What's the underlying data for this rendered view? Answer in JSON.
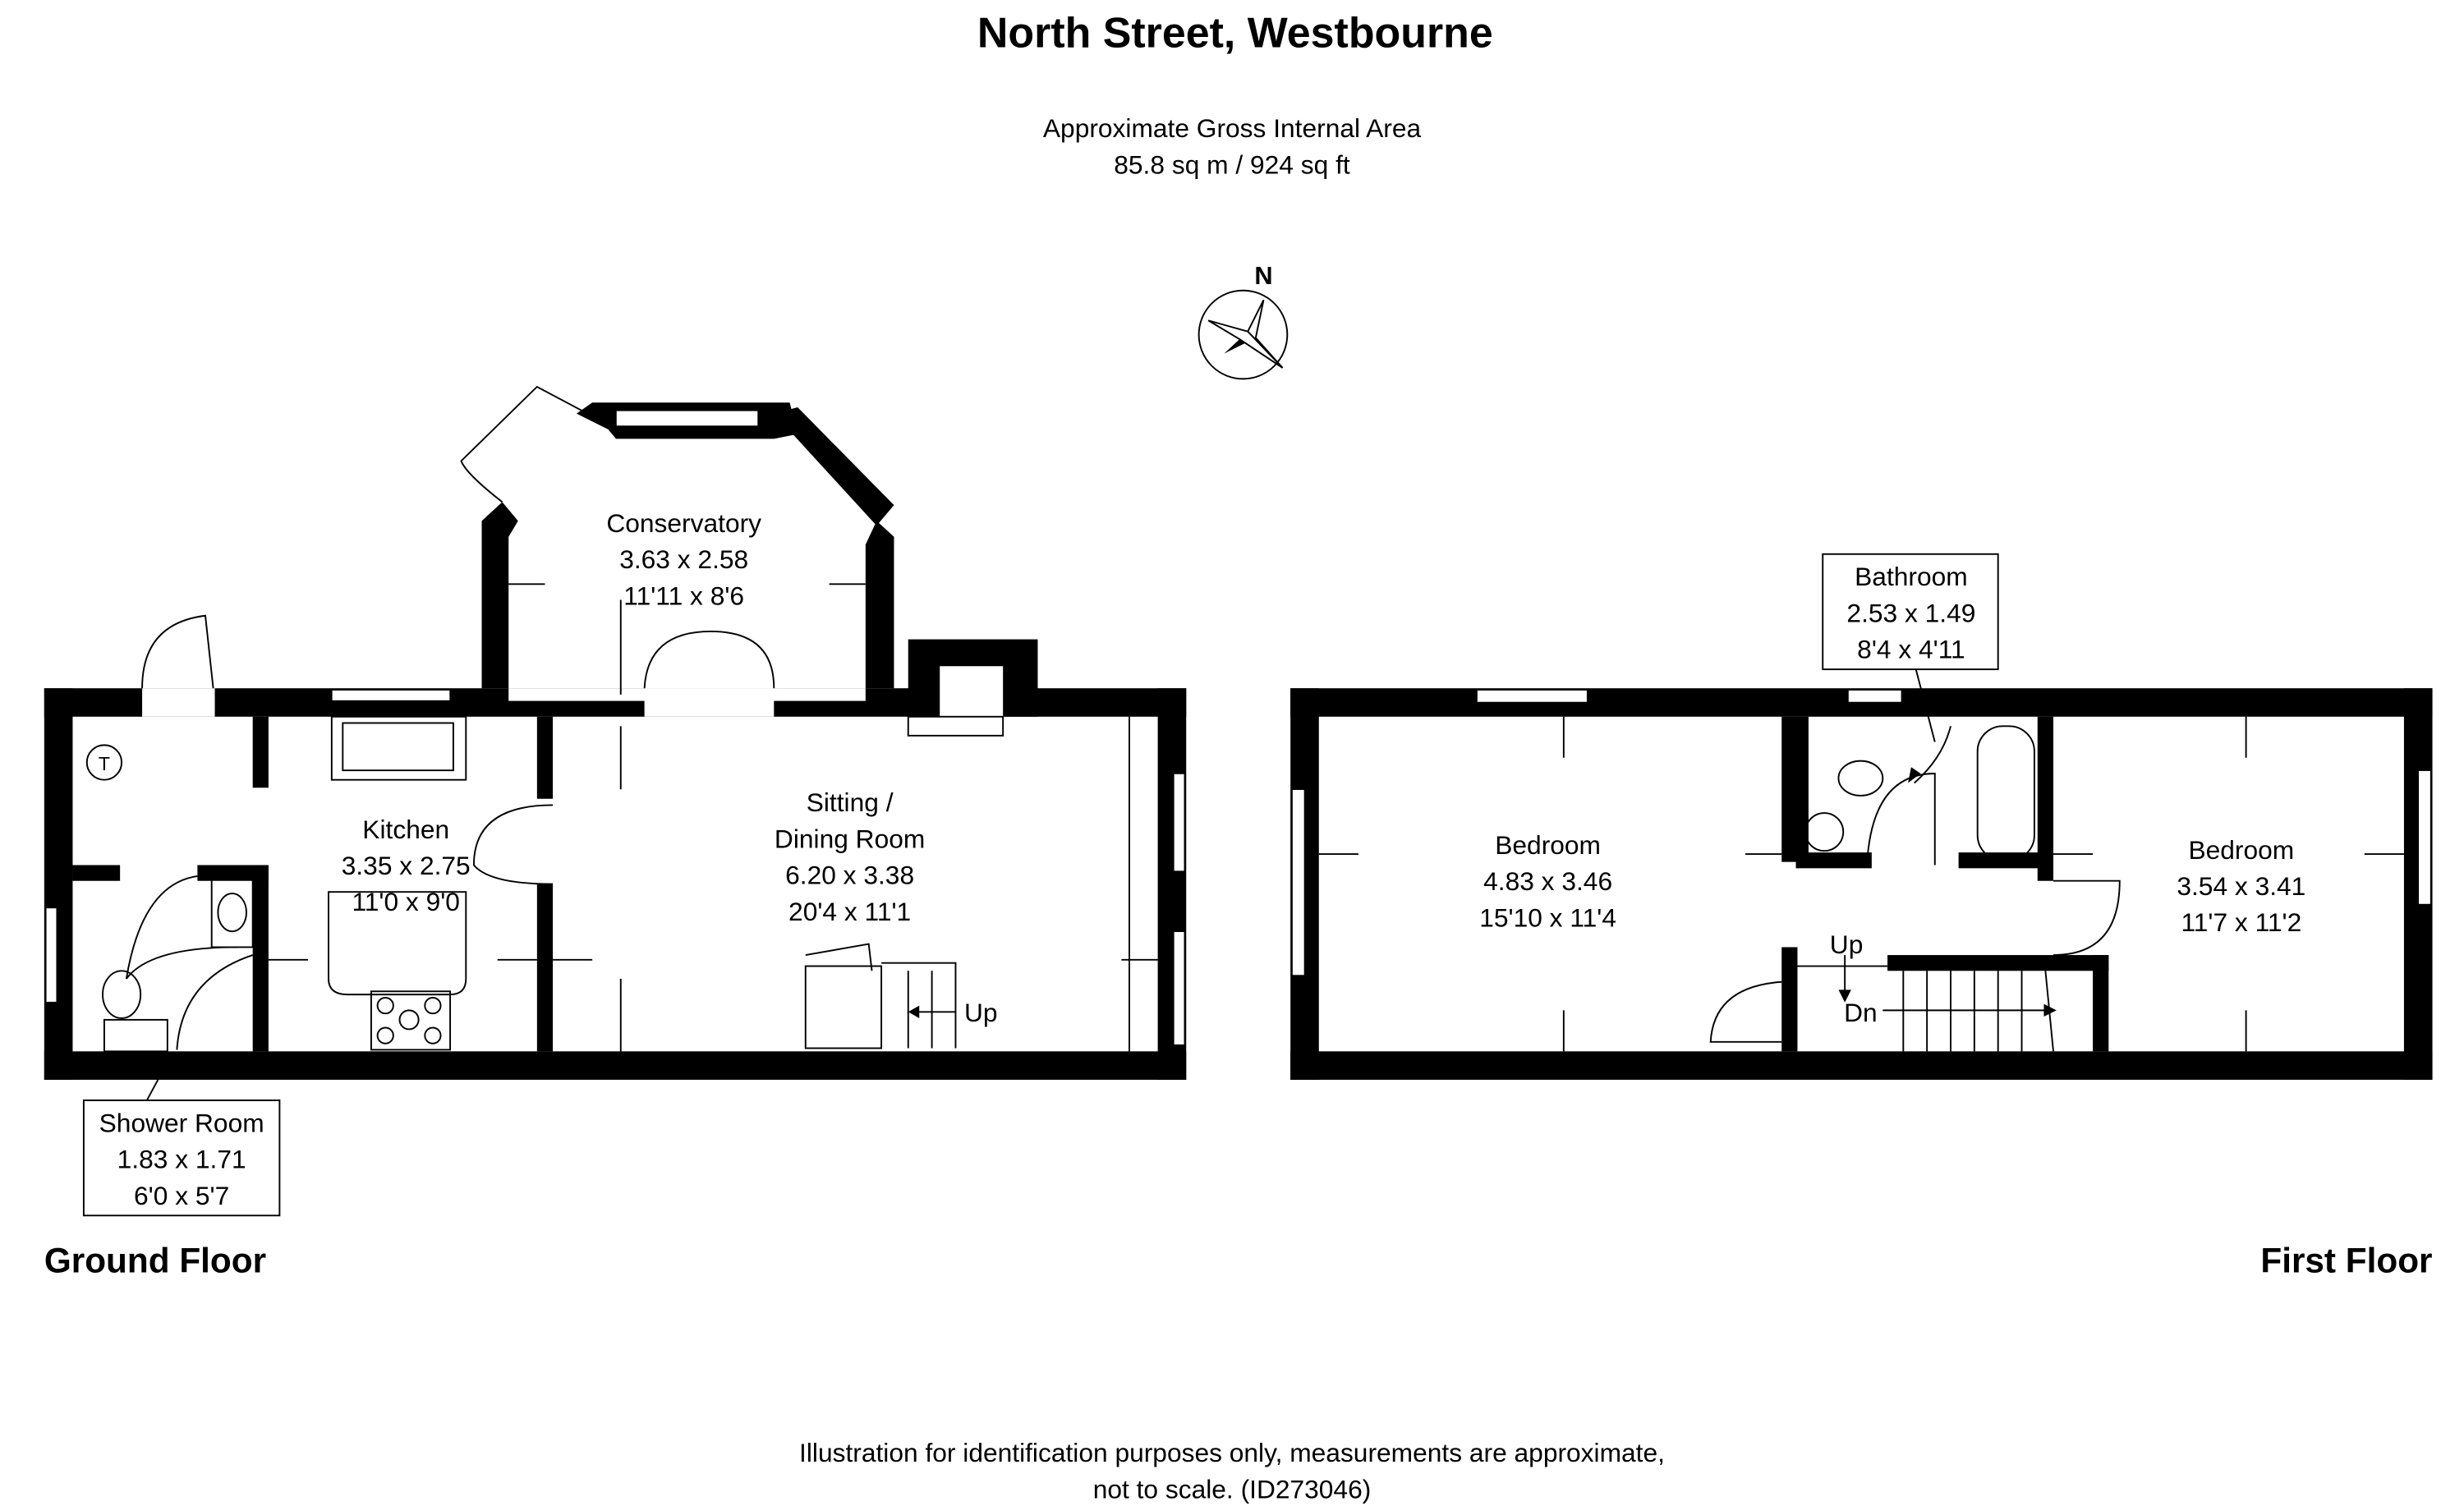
{
  "title": "North Street, Westbourne",
  "area": {
    "label": "Approximate Gross Internal Area",
    "value": "85.8 sq m / 924 sq ft"
  },
  "compass": {
    "label": "N"
  },
  "ground_floor": {
    "label": "Ground Floor",
    "rooms": [
      {
        "name": "Conservatory",
        "metric": "3.63 x 2.58",
        "imperial": "11'11 x 8'6"
      },
      {
        "name": "Kitchen",
        "metric": "3.35 x 2.75",
        "imperial": "11'0 x 9'0"
      },
      {
        "name_line1": "Sitting /",
        "name_line2": "Dining Room",
        "metric": "6.20 x 3.38",
        "imperial": "20'4 x 11'1"
      },
      {
        "name": "Shower Room",
        "metric": "1.83 x 1.71",
        "imperial": "6'0 x 5'7"
      }
    ],
    "stairs_label": "Up",
    "tank_label": "T"
  },
  "first_floor": {
    "label": "First Floor",
    "rooms": [
      {
        "name": "Bathroom",
        "metric": "2.53 x 1.49",
        "imperial": "8'4 x 4'11"
      },
      {
        "name": "Bedroom",
        "metric": "4.83 x 3.46",
        "imperial": "15'10 x 11'4"
      },
      {
        "name": "Bedroom",
        "metric": "3.54 x 3.41",
        "imperial": "11'7 x 11'2"
      }
    ],
    "up_label": "Up",
    "down_label": "Dn"
  },
  "footer": {
    "line1": "Illustration for identification purposes only, measurements are approximate,",
    "line2": "not to scale. (ID273046)"
  }
}
